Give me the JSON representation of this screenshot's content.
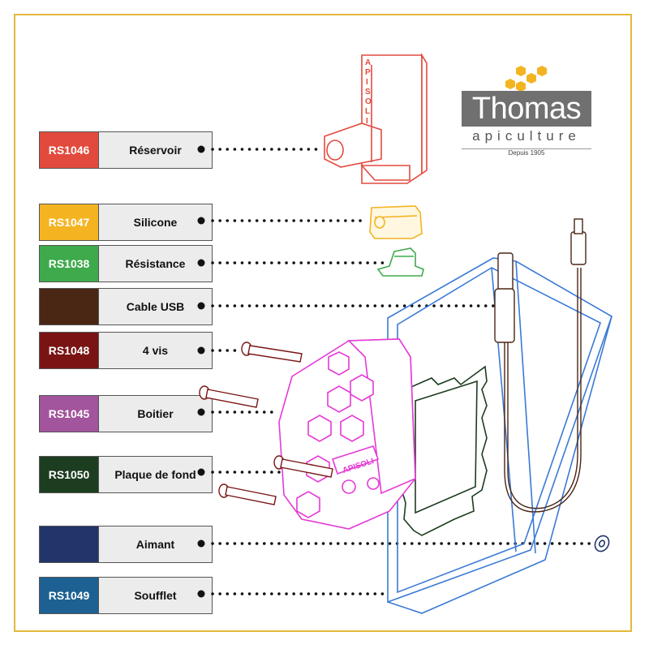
{
  "logo": {
    "brand": "Thomas",
    "sub": "apiculture",
    "since": "Depuis 1905"
  },
  "parts": [
    {
      "code": "RS1046",
      "name": "Réservoir",
      "color": "#e34a3e"
    },
    {
      "code": "RS1047",
      "name": "Silicone",
      "color": "#f4b422"
    },
    {
      "code": "RS1038",
      "name": "Résistance",
      "color": "#3faa4c"
    },
    {
      "code": "",
      "name": "Cable USB",
      "color": "#4a2614"
    },
    {
      "code": "RS1048",
      "name": "4 vis",
      "color": "#7a1414"
    },
    {
      "code": "RS1045",
      "name": "Boitier",
      "color": "#a2549c"
    },
    {
      "code": "RS1050",
      "name": "Plaque de fond",
      "color": "#1d3d20"
    },
    {
      "code": "",
      "name": "Aimant",
      "color": "#22356a"
    },
    {
      "code": "RS1049",
      "name": "Soufflet",
      "color": "#1c6192"
    }
  ],
  "part_label": "APISOLI",
  "colors": {
    "frame": "#e3b93c",
    "honey": "#f4b422"
  }
}
